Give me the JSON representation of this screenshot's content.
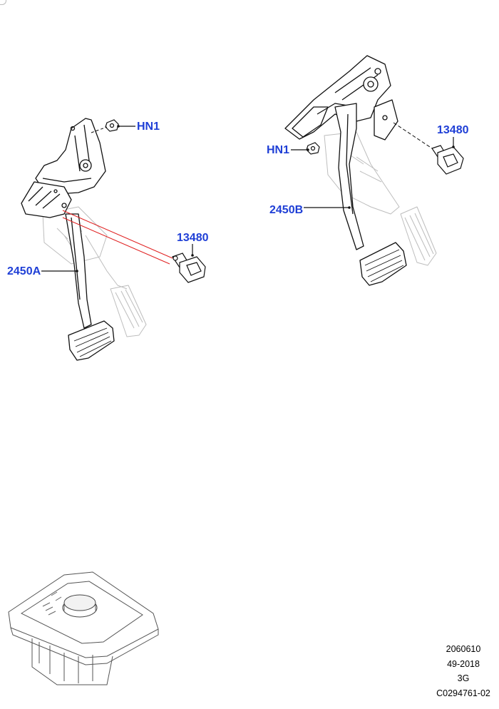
{
  "callouts": {
    "hn1_left": "HN1",
    "switch_left": "13480",
    "pedal_left": "2450A",
    "hn1_right": "HN1",
    "switch_right": "13480",
    "pedal_right": "2450B"
  },
  "footer": {
    "line1": "2060610",
    "line2": "49-2018",
    "line3": "3G",
    "line4": "C0294761-02"
  },
  "colors": {
    "callout_text": "#1f3fd6",
    "leader_red": "#e02020",
    "line_art": "#111111"
  }
}
